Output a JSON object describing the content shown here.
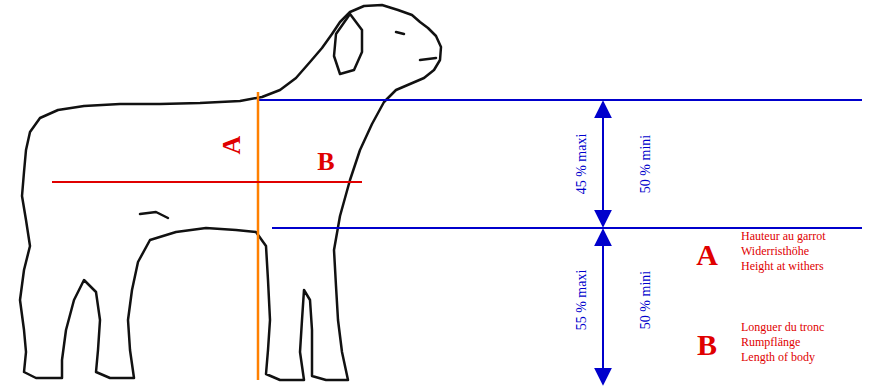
{
  "diagram": {
    "labels": [
      "A",
      "B",
      "45 % maxi",
      "50 % mini",
      "55 % maxi",
      "50 % mini",
      "A",
      "Hauteur au garrot",
      "Widerristhöhe",
      "Height at withers",
      "B",
      "Longuer du tronc",
      "Rumpflänge",
      "Length of body"
    ]
  }
}
